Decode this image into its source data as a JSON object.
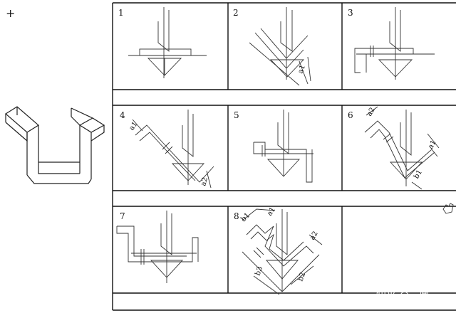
{
  "crosshair": "+",
  "steps": [
    "1",
    "2",
    "3",
    "4",
    "5",
    "6",
    "7",
    "8"
  ],
  "dims": {
    "s2_a1": "a1",
    "s4_a1": "a1",
    "s4_a2": "a2",
    "s6_a2": "a2",
    "s6_a1": "a1",
    "s6_b1": "b1",
    "s8_b1": "b1",
    "s8_a1": "a1",
    "s8_a2": "a2",
    "s8_b3": "b3",
    "s8_b2": "b2"
  },
  "watermark": "知乎 @云鼎"
}
